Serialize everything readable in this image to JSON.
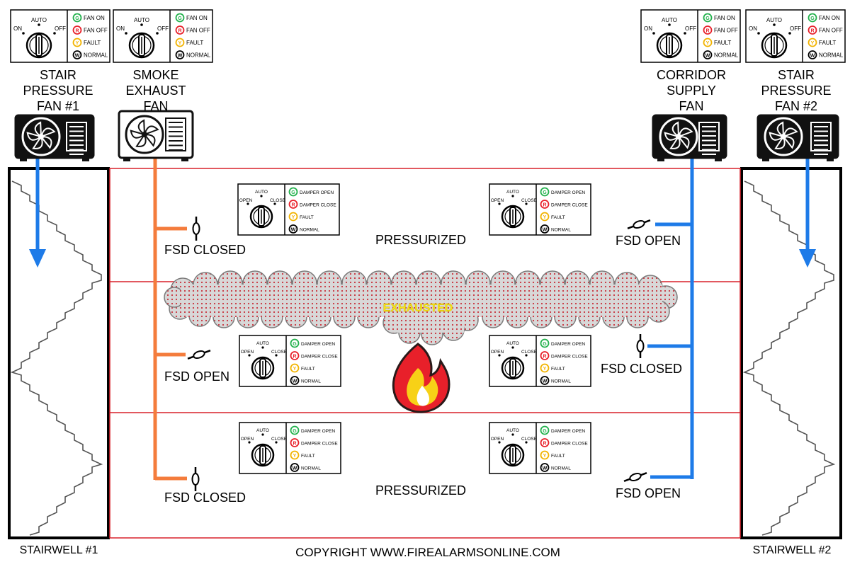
{
  "fan_switch": {
    "pos_on": "ON",
    "pos_auto": "AUTO",
    "pos_off": "OFF",
    "leds": [
      {
        "letter": "G",
        "label": "FAN ON",
        "color": "#22b14c"
      },
      {
        "letter": "R",
        "label": "FAN OFF",
        "color": "#e8202a"
      },
      {
        "letter": "Y",
        "label": "FAULT",
        "color": "#f2b300"
      },
      {
        "letter": "W",
        "label": "NORMAL",
        "color": "#000000"
      }
    ]
  },
  "damper_switch": {
    "pos_open": "OPEN",
    "pos_auto": "AUTO",
    "pos_close": "CLOSE",
    "leds": [
      {
        "letter": "G",
        "label": "DAMPER OPEN",
        "color": "#22b14c"
      },
      {
        "letter": "R",
        "label": "DAMPER CLOSE",
        "color": "#e8202a"
      },
      {
        "letter": "Y",
        "label": "FAULT",
        "color": "#f2b300"
      },
      {
        "letter": "W",
        "label": "NORMAL",
        "color": "#000000"
      }
    ]
  },
  "fans": {
    "stair1": {
      "line1": "STAIR",
      "line2": "PRESSURE",
      "line3": "FAN #1"
    },
    "smoke": {
      "line1": "SMOKE",
      "line2": "EXHAUST",
      "line3": "FAN"
    },
    "corridor": {
      "line1": "CORRIDOR",
      "line2": "SUPPLY",
      "line3": "FAN"
    },
    "stair2": {
      "line1": "STAIR",
      "line2": "PRESSURE",
      "line3": "FAN #2"
    }
  },
  "floors": {
    "top_status": "PRESSURIZED",
    "fire_status": "EXHAUSTED",
    "bottom_status": "PRESSURIZED"
  },
  "dampers": {
    "exhaust_top": "FSD CLOSED",
    "exhaust_fire": "FSD OPEN",
    "exhaust_bottom": "FSD CLOSED",
    "supply_top": "FSD OPEN",
    "supply_fire": "FSD CLOSED",
    "supply_bottom": "FSD OPEN"
  },
  "stairwells": {
    "left": "STAIRWELL #1",
    "right": "STAIRWELL #2"
  },
  "copyright": "COPYRIGHT WWW.FIREALARMSONLINE.COM",
  "colors": {
    "exhaust_duct": "#f47c3c",
    "supply_duct": "#1e7be8",
    "floor_border": "#d9202a",
    "smoke_fill": "#d8d8d8",
    "smoke_dots": "#c8323c",
    "exhausted_text": "#f5e51b"
  }
}
